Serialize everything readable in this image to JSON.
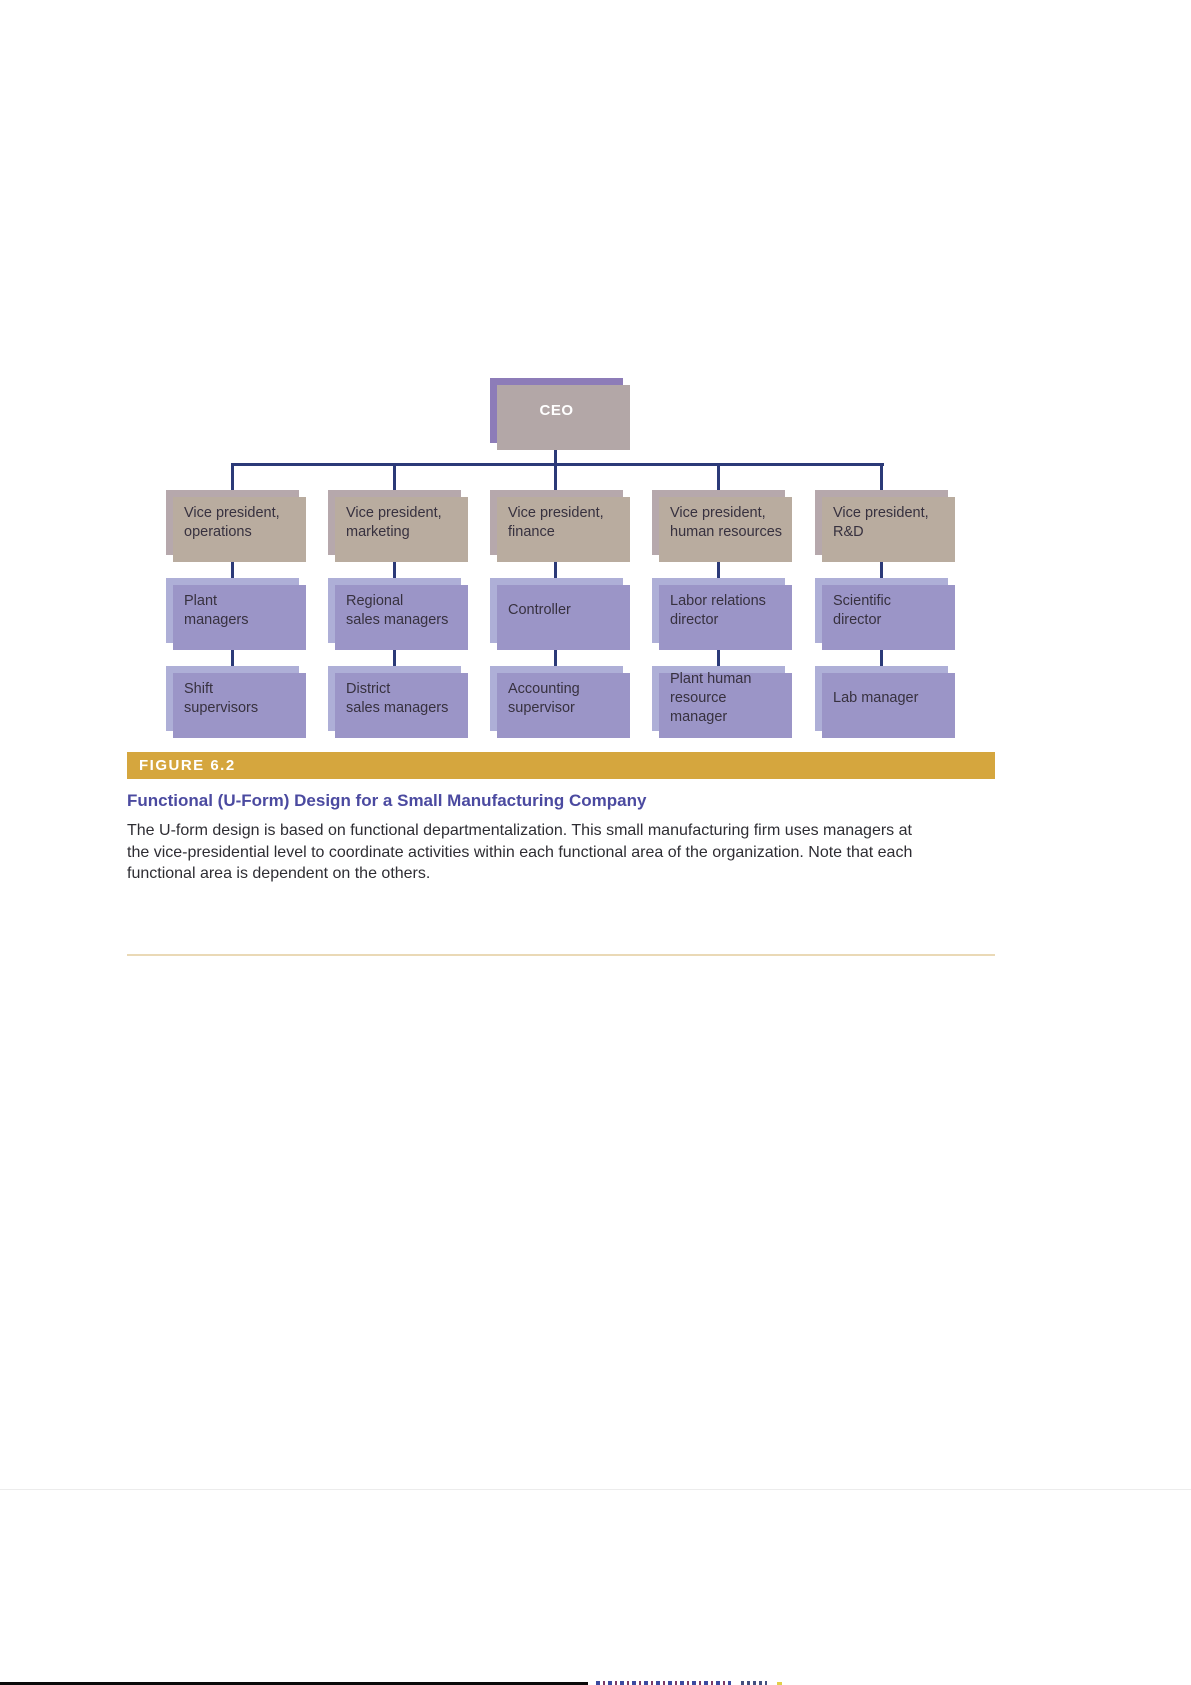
{
  "figure": {
    "label": "FIGURE 6.2",
    "title": "Functional (U-Form) Design for a Small Manufacturing Company",
    "caption": "The U-form design is based on functional departmentalization. This small manufacturing firm uses managers at\nthe vice-presidential level to coordinate activities within each functional area of the organization. Note that each\nfunctional area is dependent on the others."
  },
  "org_chart": {
    "root": "CEO",
    "columns": [
      {
        "vp": "Vice president,\noperations",
        "level2": "Plant\nmanagers",
        "level3": "Shift\nsupervisors"
      },
      {
        "vp": "Vice president,\nmarketing",
        "level2": "Regional\nsales managers",
        "level3": "District\nsales managers"
      },
      {
        "vp": "Vice president,\nfinance",
        "level2": "Controller",
        "level3": "Accounting\nsupervisor"
      },
      {
        "vp": "Vice president,\nhuman resources",
        "level2": "Labor relations\ndirector",
        "level3": "Plant human\nresource manager"
      },
      {
        "vp": "Vice president,\nR&D",
        "level2": "Scientific\ndirector",
        "level3": "Lab manager"
      }
    ]
  },
  "colors": {
    "ceo_fill": "#8d7cb8",
    "ceo_shadow": "#b3a7a7",
    "vp_fill": "#b6a8ac",
    "vp_shadow": "#b9ac9f",
    "level_fill": "#aeafd7",
    "level_shadow": "#9b95c7",
    "connector": "#2b3a78",
    "figure_bar": "#d5a63e",
    "title_color": "#4b4aa0",
    "caption_rule": "#ead9b6",
    "text": "#2e2d33"
  }
}
